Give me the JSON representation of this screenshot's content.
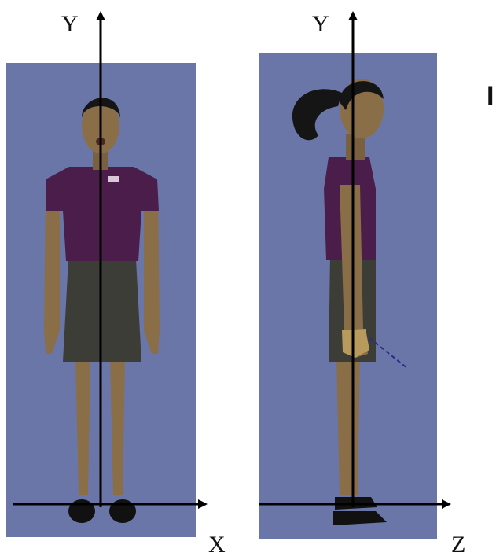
{
  "panels": [
    {
      "view": "front",
      "vertical_axis_label": "Y",
      "horizontal_axis_label": "X"
    },
    {
      "view": "side",
      "vertical_axis_label": "Y",
      "horizontal_axis_label": "Z"
    }
  ],
  "edge_label": "I",
  "colors": {
    "background_panel": "#6b76a8",
    "shirt": "#4b1d4a",
    "shorts": "#3d3d38",
    "skin": "#8a6e48",
    "hair": "#151515",
    "shoes": "#111111",
    "axis": "#000000",
    "hand_pointer": "#2b2b8a"
  }
}
